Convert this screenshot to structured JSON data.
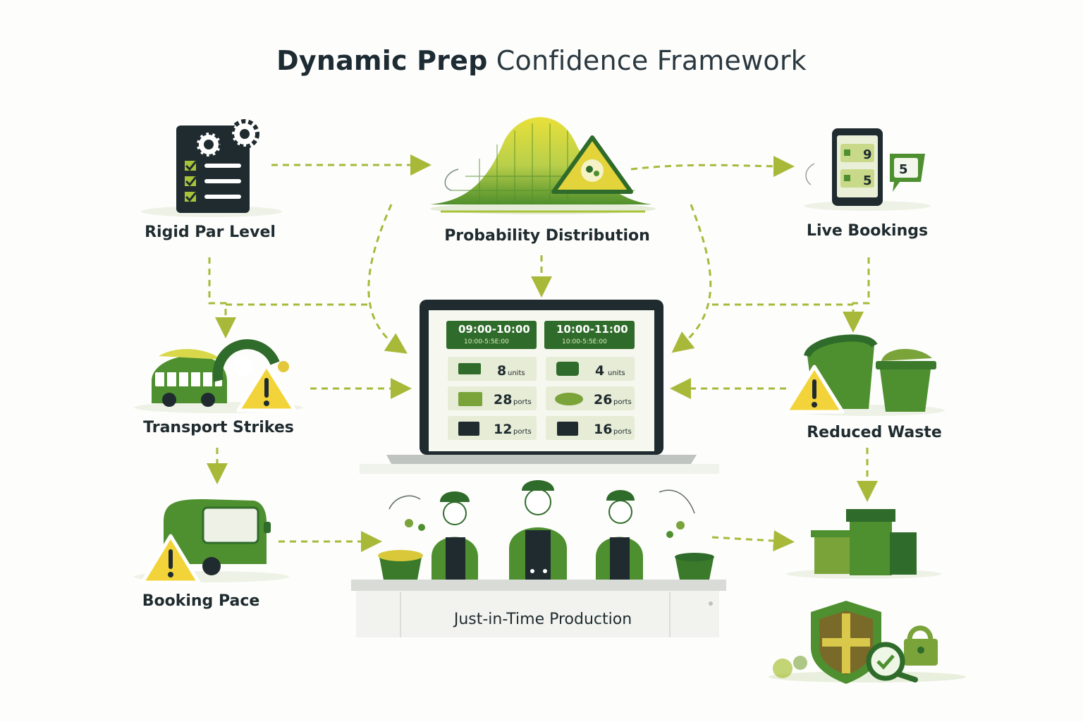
{
  "title": {
    "bold": "Dynamic Prep",
    "light": "Confidence Framework"
  },
  "nodes": {
    "rigid_par_level": "Rigid Par Level",
    "probability_distribution": "Probability Distribution",
    "live_bookings": "Live Bookings",
    "transport_strikes": "Transport Strikes",
    "reduced_waste": "Reduced Waste",
    "booking_pace": "Booking Pace",
    "just_in_time": "Just-in-Time Production"
  },
  "phone": {
    "value_top": "9",
    "value_bottom": "5",
    "badge": "5"
  },
  "schedule": {
    "slots": [
      {
        "time": "09:00-10:00",
        "sub": "10:00-5:5E:00",
        "rows": [
          {
            "value": "8",
            "unit": "units"
          },
          {
            "value": "28",
            "unit": "ports"
          },
          {
            "value": "12",
            "unit": "ports"
          }
        ]
      },
      {
        "time": "10:00-11:00",
        "sub": "10:00-5:5E:00",
        "rows": [
          {
            "value": "4",
            "unit": "units"
          },
          {
            "value": "26",
            "unit": "ports"
          },
          {
            "value": "16",
            "unit": "ports"
          }
        ]
      }
    ]
  },
  "colors": {
    "dark_green": "#2f6b2a",
    "mid_green": "#4e8f2f",
    "lime": "#a8c23a",
    "yellow": "#e2d43a",
    "warning": "#f2d43a",
    "ink": "#1e2a2e"
  }
}
